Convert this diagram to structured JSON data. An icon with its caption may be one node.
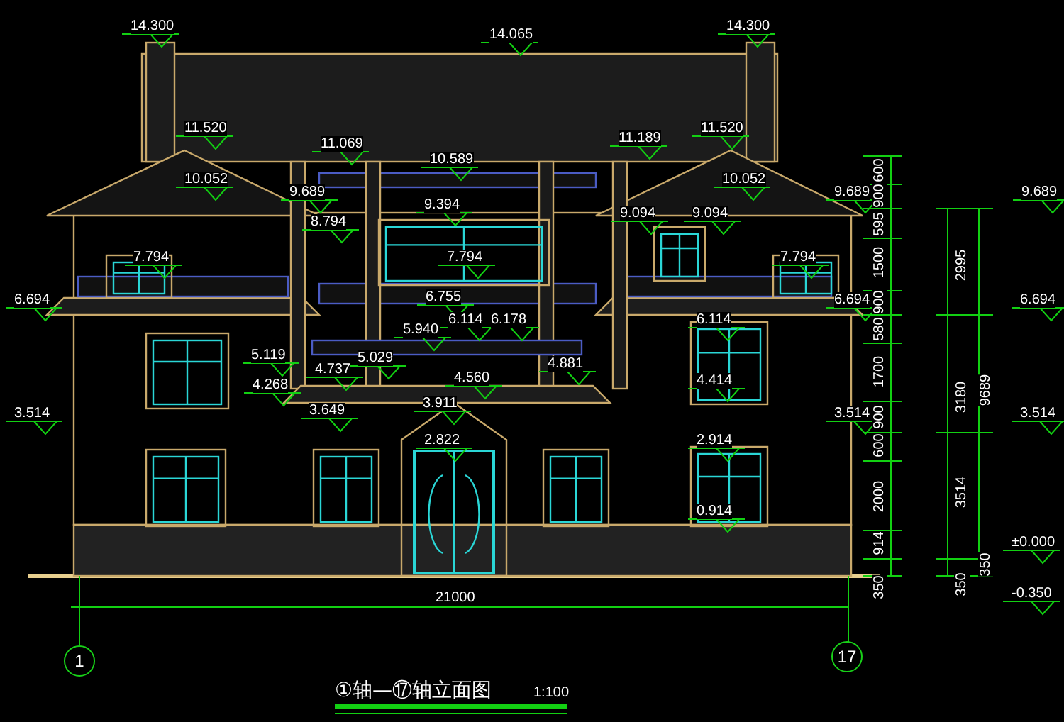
{
  "diagram": {
    "title": "①轴—⑰轴立面图",
    "caption": "1:100",
    "nodes": [
      {
        "text": [
          "1"
        ]
      },
      {
        "text": [
          "17"
        ]
      }
    ],
    "labels": [
      "14.300",
      "14.065",
      "14.300",
      "11.520",
      "11.069",
      "10.589",
      "11.189",
      "11.520",
      "10.052",
      "9.689",
      "10.052",
      "9.689",
      "9.689",
      "8.794",
      "9.394",
      "9.094",
      "9.094",
      "7.794",
      "7.794",
      "7.794",
      "6.694",
      "6.755",
      "6.694",
      "6.694",
      "5.940",
      "6.114",
      "6.178",
      "6.114",
      "5.119",
      "4.737",
      "5.029",
      "4.268",
      "4.560",
      "4.881",
      "4.414",
      "3.514",
      "3.649",
      "3.911",
      "3.514",
      "3.514",
      "2.822",
      "2.914",
      "0.914",
      "±0.000",
      "-0.350",
      "21000",
      "600",
      "900",
      "595",
      "1500",
      "900",
      "580",
      "1700",
      "900",
      "600",
      "2000",
      "914",
      "350",
      "2995",
      "3180",
      "3514",
      "350",
      "9689",
      "350"
    ]
  }
}
